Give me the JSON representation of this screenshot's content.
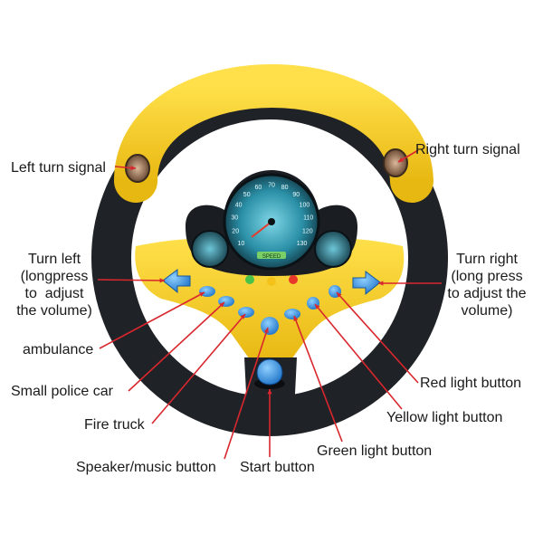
{
  "labels": {
    "left_turn_signal": "Left turn signal",
    "right_turn_signal": "Right turn signal",
    "turn_left": "Turn left\n(longpress\nto  adjust\nthe volume)",
    "turn_right": "Turn right\n(long press\nto adjust the\nvolume)",
    "ambulance": "ambulance",
    "small_police_car": "Small police car",
    "fire_truck": "Fire truck",
    "speaker_music_button": "Speaker/music button",
    "start_button": "Start button",
    "green_light_button": "Green light button",
    "yellow_light_button": "Yellow light button",
    "red_light_button": "Red light button"
  },
  "gauge": {
    "numbers": [
      "10",
      "20",
      "30",
      "40",
      "50",
      "60",
      "70",
      "80",
      "90",
      "100",
      "110",
      "120",
      "130"
    ],
    "tag": "SPEED"
  },
  "colors": {
    "wheel_yellow": "#f2cf1f",
    "wheel_black": "#1f2226",
    "button_blue": "#2f8fe0",
    "gauge_teal": "#3aa3b8",
    "arrow_red": "#d9272e"
  }
}
